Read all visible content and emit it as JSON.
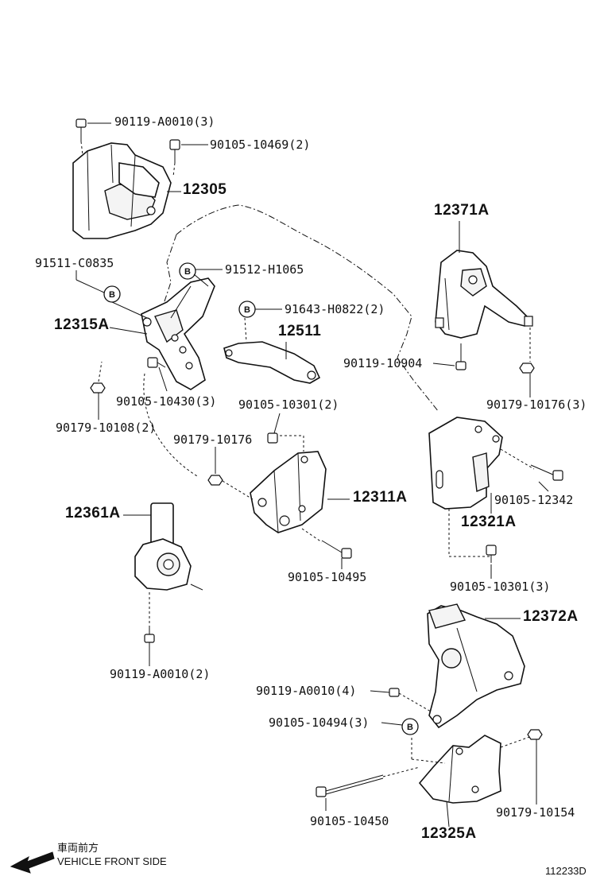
{
  "parts": {
    "p12305": "12305",
    "p12371A": "12371A",
    "p12315A": "12315A",
    "p12511": "12511",
    "p12311A": "12311A",
    "p12321A": "12321A",
    "p12361A": "12361A",
    "p12372A": "12372A",
    "p12325A": "12325A"
  },
  "callouts": {
    "c90119A0010_3": "90119-A0010(3)",
    "c90105_10469": "90105-10469(2)",
    "c91511": "91511-C0835",
    "c91512": "91512-H1065",
    "c91643": "91643-H0822(2)",
    "c90119_10904": "90119-10904",
    "c90179_10176_3": "90179-10176(3)",
    "c90105_10430": "90105-10430(3)",
    "c90105_10301_2": "90105-10301(2)",
    "c90179_10108": "90179-10108(2)",
    "c90179_10176": "90179-10176",
    "c90105_12342": "90105-12342",
    "c90105_10495": "90105-10495",
    "c90105_10301_3": "90105-10301(3)",
    "c90119A0010_2": "90119-A0010(2)",
    "c90119A0010_4": "90119-A0010(4)",
    "c90105_10494": "90105-10494(3)",
    "c90105_10450": "90105-10450",
    "c90179_10154": "90179-10154"
  },
  "marker_letter": "B",
  "footer": {
    "front_jp": "車両前方",
    "front_en": "VEHICLE FRONT SIDE",
    "drawing_id": "112233D"
  },
  "icons": [
    "arrow-left-icon",
    "b-marker-icon"
  ]
}
